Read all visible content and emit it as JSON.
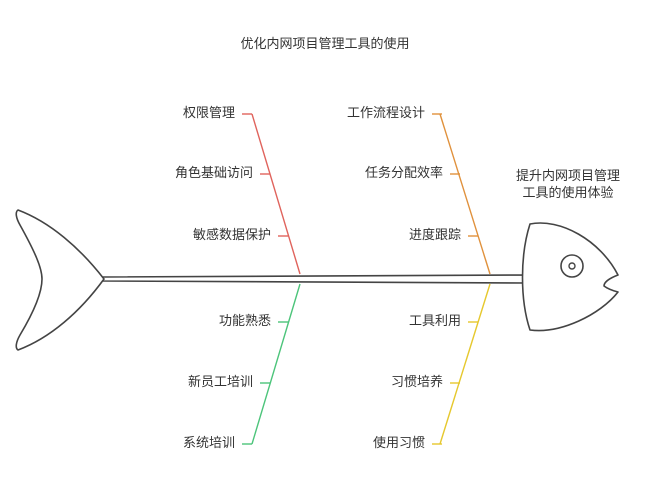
{
  "title": "优化内网项目管理工具的使用",
  "effect": {
    "line1": "提升内网项目管理",
    "line2": "工具的使用体验"
  },
  "colors": {
    "top_left_bone": "#e0635c",
    "top_right_bone": "#e0913c",
    "bottom_left_bone": "#4cc47a",
    "bottom_right_bone": "#e6c82e",
    "outline": "#444444"
  },
  "causes": {
    "top_left": [
      "权限管理",
      "角色基础访问",
      "敏感数据保护"
    ],
    "top_right": [
      "工作流程设计",
      "任务分配效率",
      "进度跟踪"
    ],
    "bottom_left": [
      "功能熟悉",
      "新员工培训",
      "系统培训"
    ],
    "bottom_right": [
      "工具利用",
      "习惯培养",
      "使用习惯"
    ]
  }
}
